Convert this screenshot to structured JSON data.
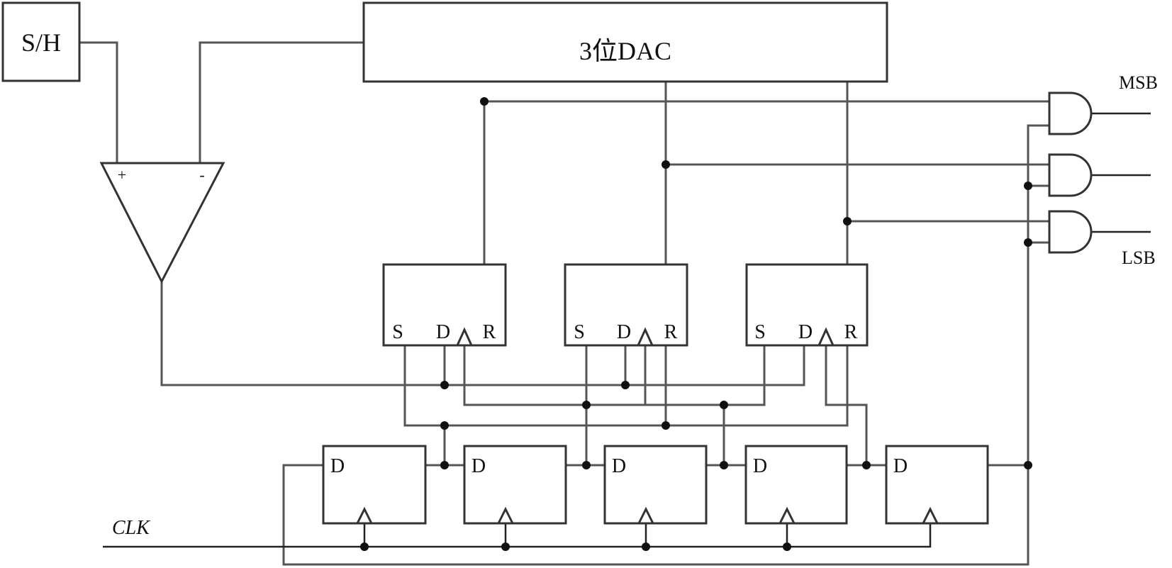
{
  "labels": {
    "sample_hold": "S/H",
    "dac": "3位DAC",
    "msb": "MSB",
    "lsb": "LSB",
    "clk": "CLK",
    "comparator_plus": "+",
    "comparator_minus": "-"
  },
  "latch_pins": [
    "S",
    "D",
    "R"
  ],
  "shift_register_pin": "D",
  "colors": {
    "wire": "#555555",
    "outline": "#333333",
    "junction": "#111111"
  }
}
